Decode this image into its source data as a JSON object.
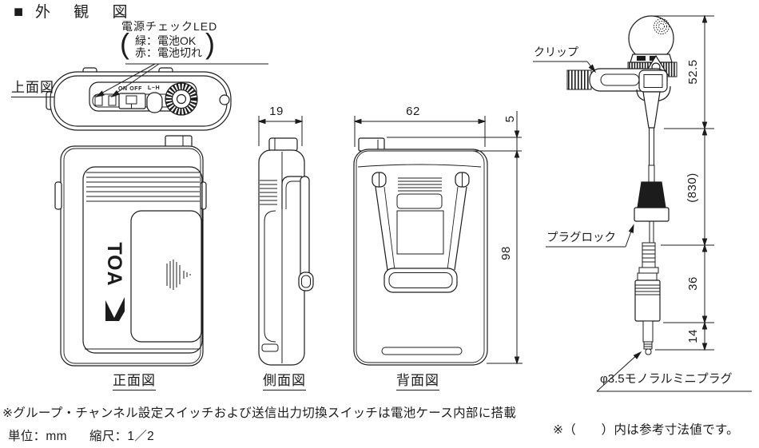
{
  "title": {
    "bullet": "■",
    "text": "外 観 図"
  },
  "top_view": {
    "label": "上面図",
    "power_led_label": "電源チェックLED",
    "led_green": "緑：電池OK",
    "led_red": "赤：電池切れ",
    "paren_open": "(",
    "paren_close": ")",
    "switch_label": "ON OFF",
    "volume_label": "L~H"
  },
  "front_view": {
    "label": "正面図",
    "brand": "TOA"
  },
  "side_view": {
    "label": "側面図",
    "width_dim": "19"
  },
  "back_view": {
    "label": "背面図",
    "width_dim": "62",
    "antenna_dim": "5",
    "height_dim": "98"
  },
  "microphone": {
    "clip_label": "クリップ",
    "plug_lock_label": "プラグロック",
    "plug_label": "φ3.5モノラルミニプラグ",
    "head_dim": "52.5",
    "cable_dim": "(830)",
    "plug_body_dim": "36",
    "plug_tip_dim": "14"
  },
  "notes": {
    "internal_switch_note": "※グループ・チャンネル設定スイッチおよび送信出力切換スイッチは電池ケース内部に搭載",
    "unit": "単位：mm",
    "scale": "縮尺：1／2",
    "reference_note": "※（　　）内は参考寸法値です。"
  },
  "colors": {
    "line": "#1c1c1c",
    "background": "#ffffff"
  }
}
